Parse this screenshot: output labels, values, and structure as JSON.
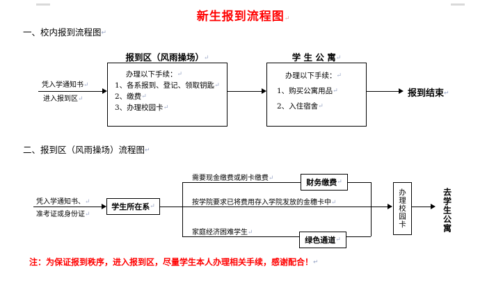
{
  "document": {
    "title": "新生报到流程图",
    "pilcrow": "↵"
  },
  "section1": {
    "heading": "一、校内报到流程图",
    "entry": {
      "line1": "凭入学通知书",
      "line2": "进入报到区"
    },
    "box1": {
      "header": "报到区（风雨操场）",
      "lines": [
        "办理以下手续：",
        "1、各系报到、登记、领取钥匙",
        "2、缴费",
        "3、办理校园卡"
      ]
    },
    "box2": {
      "header": "学 生 公 寓",
      "lines": [
        "办理以下手续：",
        "1、购买公寓用品",
        "2、入住宿舍"
      ]
    },
    "end_label": "报到结束"
  },
  "section2": {
    "heading": "二、报到区（风雨操场）流程图",
    "entry": {
      "line1": "凭入学通知书、",
      "line2": "准考证或身份证"
    },
    "dept_box": "学生所在系",
    "branches": [
      {
        "label": "需要现金缴费或刷卡缴费",
        "node": "财务缴费"
      },
      {
        "label": "按学院要求已将费用存入学院发放的金穗卡中",
        "node": ""
      },
      {
        "label": "家庭经济困难学生",
        "node": "绿色通道"
      }
    ],
    "card_box": "办理校园卡",
    "end_label": "去学生公寓"
  },
  "footer": {
    "note": "注：为保证报到秩序，进入报到区，尽量学生本人办理相关手续，感谢配合！"
  },
  "colors": {
    "title_red": "#ff0000",
    "note_red": "#ff0000",
    "accent_green": "#00a651",
    "line_black": "#000000"
  }
}
